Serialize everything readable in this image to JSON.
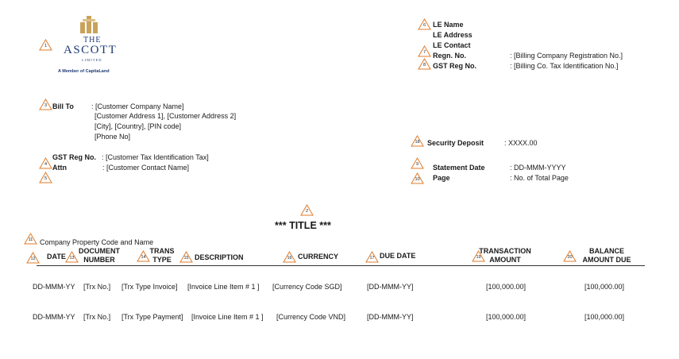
{
  "logo": {
    "icon": "ascott-crest-icon",
    "the": "THE",
    "name": "ASCOTT",
    "limited": "LIMITED",
    "member": "A Member of CapitaLand",
    "brand_color": "#1f3a75",
    "accent_color": "#c9a35b"
  },
  "marker_color": "#e07b2a",
  "entity": {
    "name": "LE Name",
    "address": "LE Address",
    "contact": "LE Contact",
    "regn_label": "Regn. No.",
    "regn_value": ": [Billing Company Registration No.]",
    "gst_label": "GST Reg No.",
    "gst_value": ": [Billing Co. Tax Identification No.]"
  },
  "bill_to": {
    "label": "Bill To",
    "lines": [
      ": [Customer Company Name]",
      "[Customer Address 1], [Customer Address 2]",
      "[City], [Country], [PIN code]",
      "[Phone No]"
    ]
  },
  "customer": {
    "gst_label": "GST Reg No.",
    "gst_value": ": [Customer Tax Identification Tax]",
    "attn_label": "Attn",
    "attn_value": ": [Customer Contact Name]"
  },
  "summary": {
    "deposit_label": "Security Deposit",
    "deposit_value": ": XXXX.00",
    "date_label": "Statement Date",
    "date_value": ": DD-MMM-YYYY",
    "page_label": "Page",
    "page_value": ": No. of Total Page"
  },
  "title": "*** TITLE ***",
  "property": "Company Property Code and Name",
  "columns": {
    "date": "DATE",
    "doc1": "DOCUMENT",
    "doc2": "NUMBER",
    "trans1": "TRANS",
    "trans2": "TYPE",
    "desc": "DESCRIPTION",
    "currency": "CURRENCY",
    "due": "DUE DATE",
    "txn1": "TRANSACTION",
    "txn2": "AMOUNT",
    "bal1": "BALANCE",
    "bal2": "AMOUNT DUE"
  },
  "rows": [
    {
      "date": "DD-MMM-YY",
      "doc": "[Trx No.]",
      "type": "[Trx Type Invoice]",
      "desc": "[Invoice Line Item # 1 ]",
      "currency": "[Currency Code SGD]",
      "due": "[DD-MMM-YY]",
      "amount": "[100,000.00]",
      "balance": "[100,000.00]"
    },
    {
      "date": "DD-MMM-YY",
      "doc": "[Trx No.]",
      "type": "[Trx Type Payment]",
      "desc": "[Invoice Line Item # 1 ]",
      "currency": "[Currency Code VND]",
      "due": "[DD-MMM-YY]",
      "amount": "[100,000.00]",
      "balance": "[100,000.00]"
    }
  ],
  "markers": [
    "1",
    "2",
    "3",
    "4",
    "5",
    "6",
    "7",
    "8",
    "9",
    "10",
    "11",
    "12",
    "13",
    "14",
    "15",
    "16",
    "17",
    "18",
    "19",
    "20"
  ]
}
